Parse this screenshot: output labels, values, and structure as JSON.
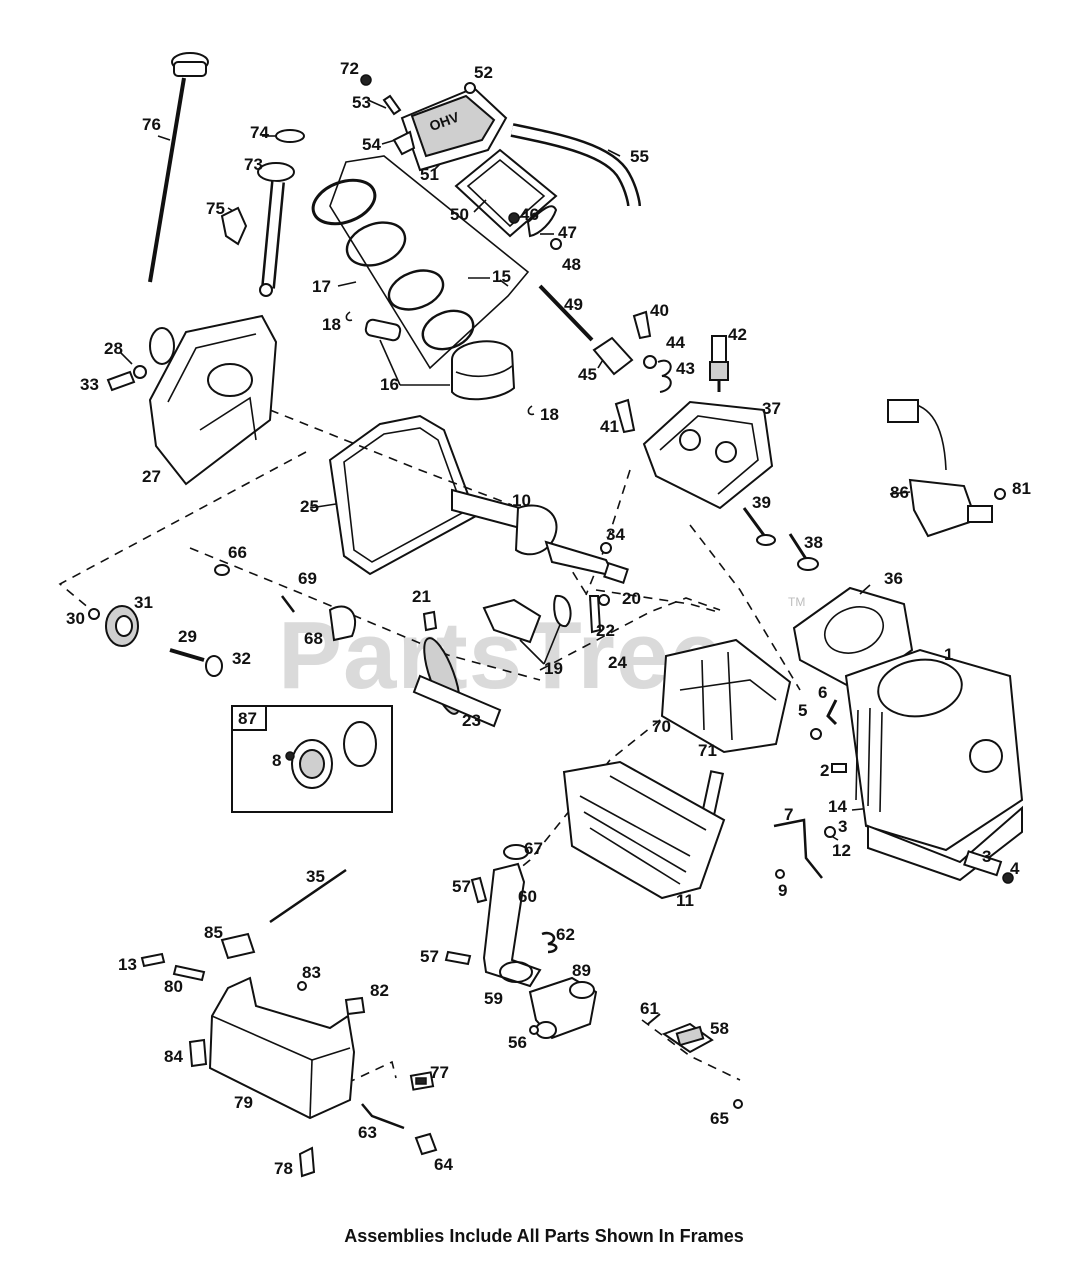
{
  "footer_note": "Assemblies Include All Parts Shown In Frames",
  "watermark": "PartsTree",
  "trademark": "TM",
  "frame_label": "87",
  "part_numbers": [
    "72",
    "52",
    "53",
    "54",
    "51",
    "55",
    "74",
    "73",
    "76",
    "75",
    "50",
    "46",
    "47",
    "48",
    "17",
    "15",
    "49",
    "18",
    "28",
    "33",
    "16",
    "27",
    "40",
    "44",
    "42",
    "45",
    "43",
    "41",
    "37",
    "25",
    "10",
    "34",
    "39",
    "38",
    "86",
    "81",
    "66",
    "69",
    "30",
    "31",
    "21",
    "20",
    "29",
    "68",
    "22",
    "19",
    "24",
    "36",
    "32",
    "23",
    "87",
    "8",
    "1",
    "70",
    "6",
    "5",
    "2",
    "71",
    "14",
    "3",
    "12",
    "7",
    "9",
    "67",
    "57",
    "60",
    "11",
    "4",
    "35",
    "85",
    "13",
    "80",
    "83",
    "82",
    "62",
    "89",
    "84",
    "79",
    "59",
    "56",
    "61",
    "58",
    "77",
    "63",
    "65",
    "64",
    "78"
  ]
}
